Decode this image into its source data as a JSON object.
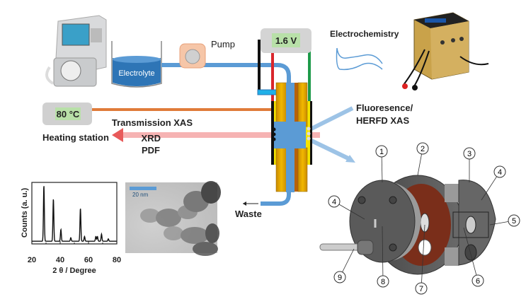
{
  "pump_label": "Pump",
  "electrolyte_label": "Electrolyte",
  "voltage_display": "1.6 V",
  "electrochemistry_label": "Electrochemistry",
  "heating": {
    "display": "80 °C",
    "label": "Heating station"
  },
  "techniques_transmission": [
    "Transmission XAS",
    "XRD",
    "PDF"
  ],
  "fluorescence_label": [
    "Fluoresence/",
    "HERFD XAS"
  ],
  "waste_label": "Waste",
  "tem": {
    "scale_bar": "20 nm"
  },
  "cell_parts": [
    "1",
    "2",
    "3",
    "4",
    "4",
    "5",
    "6",
    "7",
    "8",
    "9"
  ],
  "colors": {
    "flow": "#5b9bd5",
    "heating": "#e07b39",
    "xray": "#f4a6a6",
    "display": "#b8e0a8",
    "plate": "#e0a800",
    "cell_body": "#555555",
    "gasket": "#7a2e1a"
  },
  "chart_data": {
    "type": "line",
    "xlabel": "2 θ / Degree",
    "ylabel": "Counts (a. u.)",
    "xlim": [
      20,
      80
    ],
    "xticks": [
      "20",
      "40",
      "60",
      "80"
    ],
    "grid": false,
    "peaks": [
      {
        "x": 28.5,
        "y": 0.95
      },
      {
        "x": 35.2,
        "y": 0.72
      },
      {
        "x": 40.5,
        "y": 0.2
      },
      {
        "x": 47.5,
        "y": 0.06
      },
      {
        "x": 54.3,
        "y": 0.56
      },
      {
        "x": 57.2,
        "y": 0.08
      },
      {
        "x": 65.2,
        "y": 0.08
      },
      {
        "x": 66.3,
        "y": 0.08
      },
      {
        "x": 69.2,
        "y": 0.12
      },
      {
        "x": 74.0,
        "y": 0.04
      }
    ]
  }
}
